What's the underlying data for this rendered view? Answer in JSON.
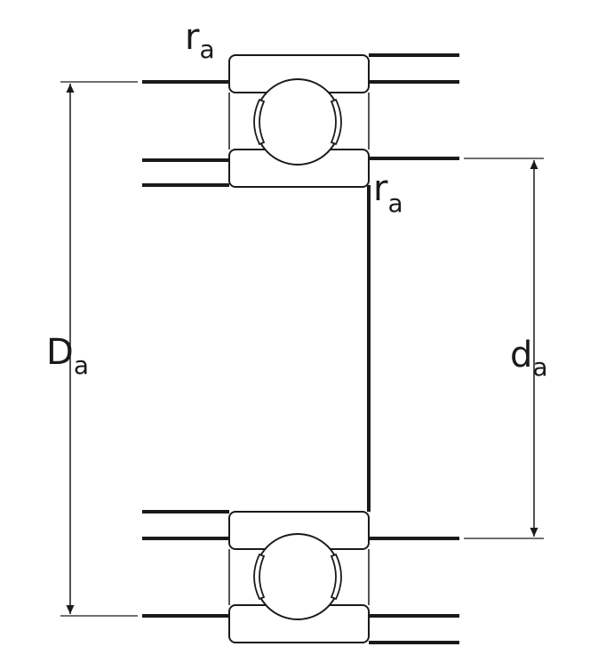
{
  "labels": {
    "ra_top": {
      "main": "r",
      "sub": "a"
    },
    "ra_corner": {
      "main": "r",
      "sub": "a"
    },
    "Da": {
      "main": "D",
      "sub": "a"
    },
    "da": {
      "main": "d",
      "sub": "a"
    }
  },
  "colors": {
    "line": "#1a1a1a",
    "background": "#ffffff"
  }
}
